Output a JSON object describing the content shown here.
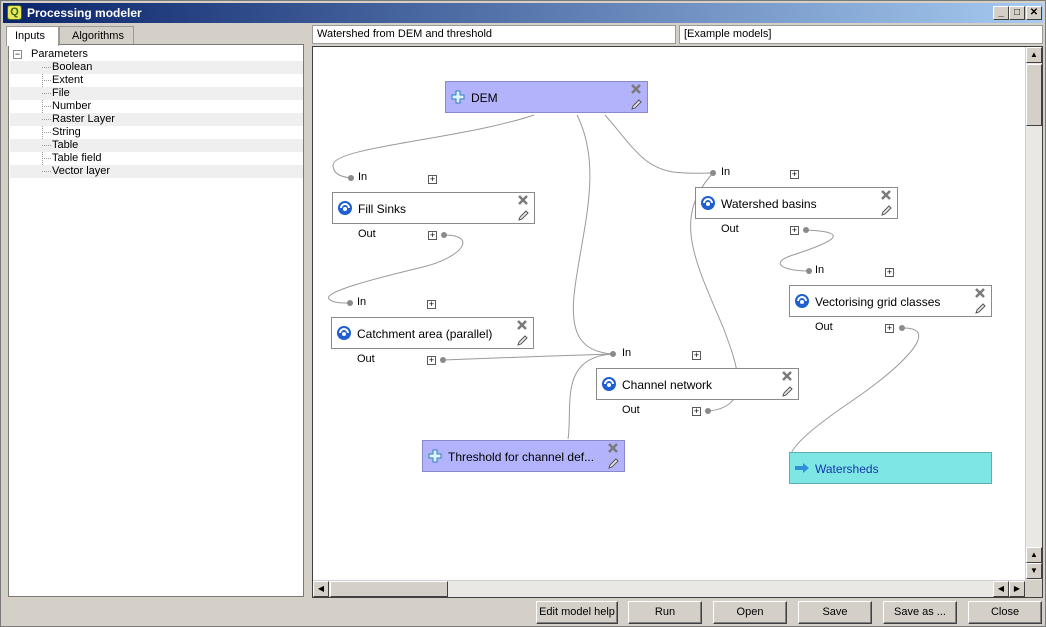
{
  "window": {
    "title": "Processing modeler",
    "app_icon": "qgis-icon",
    "controls": {
      "minimize": "_",
      "maximize": "□",
      "close": "✕"
    }
  },
  "left_panel": {
    "tabs": [
      {
        "label": "Inputs",
        "active": true
      },
      {
        "label": "Algorithms",
        "active": false
      }
    ],
    "tree": {
      "root_label": "Parameters",
      "expander": "−",
      "items": [
        "Boolean",
        "Extent",
        "File",
        "Number",
        "Raster Layer",
        "String",
        "Table",
        "Table field",
        "Vector layer"
      ]
    }
  },
  "header_fields": {
    "model_name": "Watershed from DEM and threshold",
    "model_group": "[Example models]"
  },
  "canvas": {
    "nodes": {
      "dem": {
        "label": "DEM",
        "kind": "parameter",
        "icon": "plus-icon"
      },
      "fill_sinks": {
        "label": "Fill Sinks",
        "kind": "algorithm",
        "icon": "saga-icon",
        "in_label": "In",
        "out_label": "Out"
      },
      "catchment": {
        "label": "Catchment area (parallel)",
        "kind": "algorithm",
        "icon": "saga-icon",
        "in_label": "In",
        "out_label": "Out"
      },
      "watershed_basins": {
        "label": "Watershed basins",
        "kind": "algorithm",
        "icon": "saga-icon",
        "in_label": "In",
        "out_label": "Out"
      },
      "vectorising": {
        "label": "Vectorising grid classes",
        "kind": "algorithm",
        "icon": "saga-icon",
        "in_label": "In",
        "out_label": "Out"
      },
      "channel_network": {
        "label": "Channel network",
        "kind": "algorithm",
        "icon": "saga-icon",
        "in_label": "In",
        "out_label": "Out"
      },
      "threshold": {
        "label": "Threshold for channel def...",
        "kind": "parameter",
        "icon": "plus-icon"
      },
      "watersheds": {
        "label": "Watersheds",
        "kind": "output",
        "icon": "arrow-right-icon"
      }
    },
    "expand_symbol": "+"
  },
  "buttons": {
    "help": "Edit model help",
    "run": "Run",
    "open": "Open",
    "save": "Save",
    "save_as": "Save as ...",
    "close": "Close"
  },
  "colors": {
    "parameter_node": "#b3b3fb",
    "output_node": "#7fe6e6",
    "title_bar": "#0a246a"
  }
}
